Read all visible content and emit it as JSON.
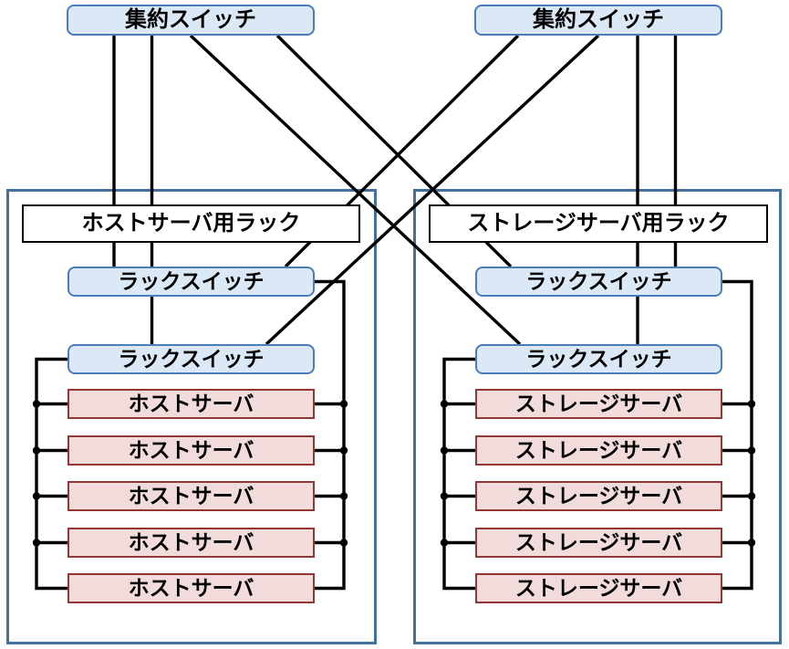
{
  "aggregation_switches": [
    {
      "label": "集約スイッチ"
    },
    {
      "label": "集約スイッチ"
    }
  ],
  "racks": [
    {
      "title": "ホストサーバ用ラック",
      "switches": [
        {
          "label": "ラックスイッチ"
        },
        {
          "label": "ラックスイッチ"
        }
      ],
      "servers": [
        {
          "label": "ホストサーバ"
        },
        {
          "label": "ホストサーバ"
        },
        {
          "label": "ホストサーバ"
        },
        {
          "label": "ホストサーバ"
        },
        {
          "label": "ホストサーバ"
        }
      ]
    },
    {
      "title": "ストレージサーバ用ラック",
      "switches": [
        {
          "label": "ラックスイッチ"
        },
        {
          "label": "ラックスイッチ"
        }
      ],
      "servers": [
        {
          "label": "ストレージサーバ"
        },
        {
          "label": "ストレージサーバ"
        },
        {
          "label": "ストレージサーバ"
        },
        {
          "label": "ストレージサーバ"
        },
        {
          "label": "ストレージサーバ"
        }
      ]
    }
  ],
  "colors": {
    "switch_fill": "#dbe9f6",
    "switch_border": "#4a7ebb",
    "server_fill": "#f2dcdb",
    "server_border": "#943634",
    "rack_border": "#41719c",
    "label_border": "#000000",
    "line": "#000000"
  }
}
